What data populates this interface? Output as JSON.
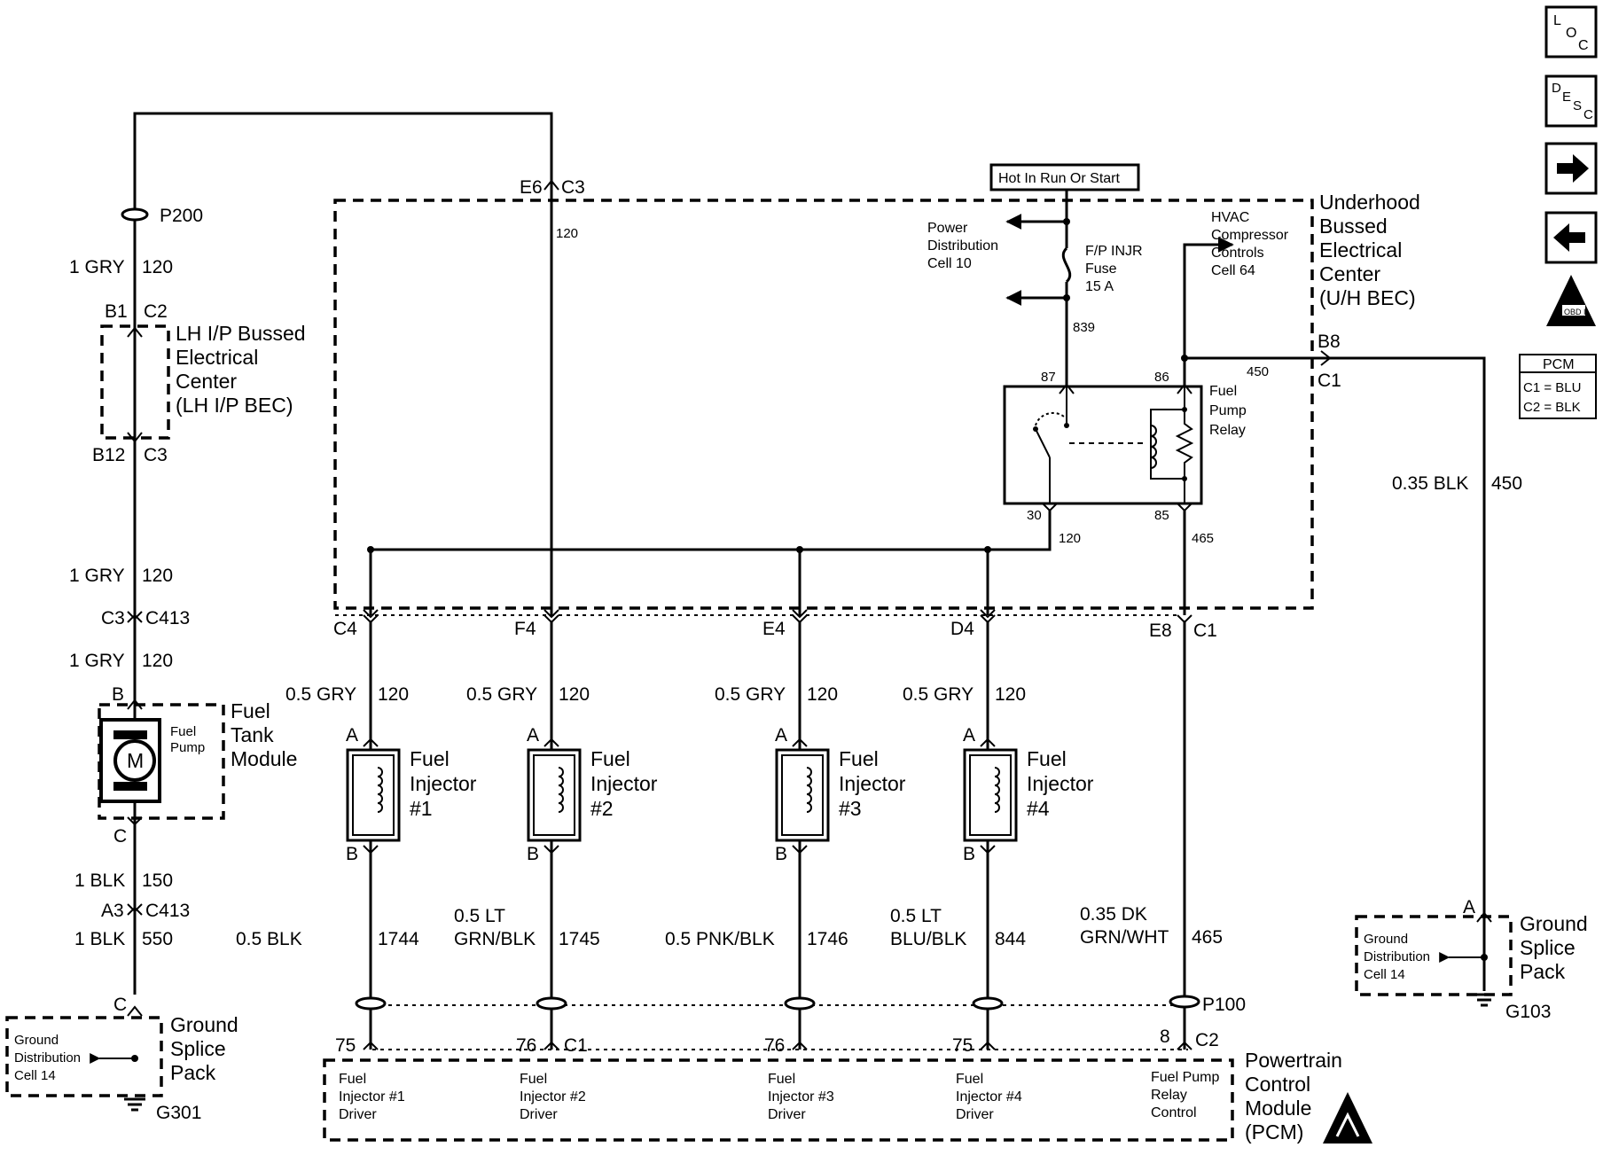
{
  "nav": {
    "loc": [
      "L",
      "O",
      "C"
    ],
    "desc": [
      "D",
      "E",
      "S",
      "C"
    ],
    "next": "next-arrow-icon",
    "prev": "prev-arrow-icon",
    "obd": "OBD II"
  },
  "pcm_legend": {
    "title": "PCM",
    "c1": "C1 = BLU",
    "c2": "C2 = BLK"
  },
  "hot_label": "Hot In Run Or Start",
  "power_dist": [
    "Power",
    "Distribution",
    "Cell 10"
  ],
  "fuse": [
    "F/P INJR",
    "Fuse",
    "15 A"
  ],
  "hvac": [
    "HVAC",
    "Compressor",
    "Controls",
    "Cell 64"
  ],
  "uh_bec": [
    "Underhood",
    "Bussed",
    "Electrical",
    "Center",
    "(U/H BEC)"
  ],
  "lh_bec": [
    "LH I/P Bussed",
    "Electrical",
    "Center",
    "(LH I/P BEC)"
  ],
  "relay": {
    "name": [
      "Fuel",
      "Pump",
      "Relay"
    ],
    "p87": "87",
    "p86": "86",
    "p30": "30",
    "p85": "85"
  },
  "fuel_tank": [
    "Fuel",
    "Tank",
    "Module"
  ],
  "fuel_pump": [
    "Fuel",
    "Pump"
  ],
  "motor": "M",
  "gsp": [
    "Ground",
    "Splice",
    "Pack"
  ],
  "gdist": [
    "Ground",
    "Distribution",
    "Cell 14"
  ],
  "pcm_name": [
    "Powertrain",
    "Control",
    "Module",
    "(PCM)"
  ],
  "left_circuit": {
    "e6": "E6",
    "c3a": "C3",
    "p200": "P200",
    "w1": "1 GRY",
    "c1n": "120",
    "b1": "B1",
    "c2": "C2",
    "b12": "B12",
    "c3": "C3",
    "w2": "1 GRY",
    "c2n": "120",
    "c3b": "C3",
    "c413": "C413",
    "w3": "1 GRY",
    "c3n": "120",
    "pin_b": "B",
    "pin_c": "C",
    "w4": "1 BLK",
    "c4n": "150",
    "a3": "A3",
    "c413b": "C413",
    "w5": "1 BLK",
    "c5n": "550",
    "pin_c2": "C",
    "g301": "G301"
  },
  "relay_circuit": {
    "c839": "839",
    "c450": "450",
    "c120": "120",
    "c465": "465",
    "c120v": "120",
    "b8": "B8",
    "c1": "C1"
  },
  "right_circuit": {
    "wire": "0.35 BLK",
    "num": "450",
    "pin_a": "A",
    "g103": "G103"
  },
  "injectors": [
    {
      "conn": "C4",
      "wire": "0.5 GRY",
      "num": "120",
      "pin_a": "A",
      "pin_b": "B",
      "name": [
        "Fuel",
        "Injector",
        "#1"
      ],
      "out_wire": [
        "0.5 BLK"
      ],
      "out_num": "1744",
      "pcm_pin": "75",
      "pcm_conn": "",
      "driver": [
        "Fuel",
        "Injector #1",
        "Driver"
      ]
    },
    {
      "conn": "F4",
      "wire": "0.5 GRY",
      "num": "120",
      "pin_a": "A",
      "pin_b": "B",
      "name": [
        "Fuel",
        "Injector",
        "#2"
      ],
      "out_wire": [
        "0.5 LT",
        "GRN/BLK"
      ],
      "out_num": "1745",
      "pcm_pin": "76",
      "pcm_conn": "C1",
      "driver": [
        "Fuel",
        "Injector #2",
        "Driver"
      ]
    },
    {
      "conn": "E4",
      "wire": "0.5 GRY",
      "num": "120",
      "pin_a": "A",
      "pin_b": "B",
      "name": [
        "Fuel",
        "Injector",
        "#3"
      ],
      "out_wire": [
        "0.5 PNK/BLK"
      ],
      "out_num": "1746",
      "pcm_pin": "76",
      "pcm_conn": "",
      "driver": [
        "Fuel",
        "Injector #3",
        "Driver"
      ]
    },
    {
      "conn": "D4",
      "wire": "0.5 GRY",
      "num": "120",
      "pin_a": "A",
      "pin_b": "B",
      "name": [
        "Fuel",
        "Injector",
        "#4"
      ],
      "out_wire": [
        "0.5 LT",
        "BLU/BLK"
      ],
      "out_num": "844",
      "pcm_pin": "75",
      "pcm_conn": "",
      "driver": [
        "Fuel",
        "Injector #4",
        "Driver"
      ]
    }
  ],
  "relay_ctrl": {
    "conn_a": "E8",
    "conn_b": "C1",
    "wire": [
      "0.35 DK",
      "GRN/WHT"
    ],
    "num": "465",
    "p100": "P100",
    "pcm_pin": "8",
    "pcm_conn": "C2",
    "driver": [
      "Fuel Pump",
      "Relay",
      "Control"
    ]
  }
}
